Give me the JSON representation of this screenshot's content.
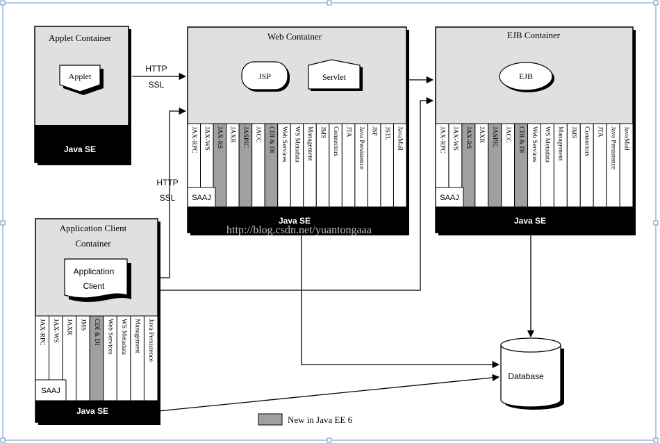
{
  "containers": {
    "applet": {
      "title": "Applet  Container",
      "component": "Applet",
      "base": "Java SE"
    },
    "web": {
      "title": "Web Container",
      "jsp": "JSP",
      "servlet": "Servlet",
      "base": "Java SE",
      "saaj": "SAAJ",
      "apis": [
        {
          "label": "JAX-RPC",
          "new": false
        },
        {
          "label": "JAX-WS",
          "new": false
        },
        {
          "label": "JAX-RS",
          "new": true
        },
        {
          "label": "JAXR",
          "new": false
        },
        {
          "label": "JASPIC",
          "new": true
        },
        {
          "label": "JACC",
          "new": false
        },
        {
          "label": "CDI & DI",
          "new": true
        },
        {
          "label": "Web Services",
          "new": false
        },
        {
          "label": "WS Metadata",
          "new": false
        },
        {
          "label": "Management",
          "new": false
        },
        {
          "label": "JMS",
          "new": false
        },
        {
          "label": "Connectors",
          "new": false
        },
        {
          "label": "JTA",
          "new": false
        },
        {
          "label": "Java Persistence",
          "new": false
        },
        {
          "label": "JSF",
          "new": false
        },
        {
          "label": "JSTL",
          "new": false
        },
        {
          "label": "JavaMail",
          "new": false
        }
      ]
    },
    "ejb": {
      "title": "EJB Container",
      "component": "EJB",
      "base": "Java SE",
      "saaj": "SAAJ",
      "apis": [
        {
          "label": "JAX-RPC",
          "new": false
        },
        {
          "label": "JAX-WS",
          "new": false
        },
        {
          "label": "JAX-RS",
          "new": true
        },
        {
          "label": "JAXR",
          "new": false
        },
        {
          "label": "JASPIC",
          "new": true
        },
        {
          "label": "JACC",
          "new": false
        },
        {
          "label": "CDI & DI",
          "new": true
        },
        {
          "label": "Web Services",
          "new": false
        },
        {
          "label": "WS Metadata",
          "new": false
        },
        {
          "label": "Management",
          "new": false
        },
        {
          "label": "JMS",
          "new": false
        },
        {
          "label": "Connectors",
          "new": false
        },
        {
          "label": "JTA",
          "new": false
        },
        {
          "label": "Java Persistence",
          "new": false
        },
        {
          "label": "JavaMail",
          "new": false
        }
      ]
    },
    "appclient": {
      "title_line1": "Application Client",
      "title_line2": "Container",
      "component_line1": "Application",
      "component_line2": "Client",
      "base": "Java SE",
      "saaj": "SAAJ",
      "apis": [
        {
          "label": "JAX-RPC",
          "new": false
        },
        {
          "label": "JAX-WS",
          "new": false
        },
        {
          "label": "JAXR",
          "new": false
        },
        {
          "label": "JMS",
          "new": false
        },
        {
          "label": "CDI & DI",
          "new": true
        },
        {
          "label": "Web Services",
          "new": false
        },
        {
          "label": "WS Metadata",
          "new": false
        },
        {
          "label": "Management",
          "new": false
        },
        {
          "label": "Java Persistence",
          "new": false
        }
      ]
    }
  },
  "protocols": {
    "http": "HTTP",
    "ssl": "SSL"
  },
  "database": "Database",
  "legend": "New in Java EE 6",
  "watermark": "http://blog.csdn.net/yuantongaaa",
  "colors": {
    "base": "#000000",
    "container": "#e0e0e0",
    "new_api": "#a0a0a0",
    "line": "#000000"
  }
}
